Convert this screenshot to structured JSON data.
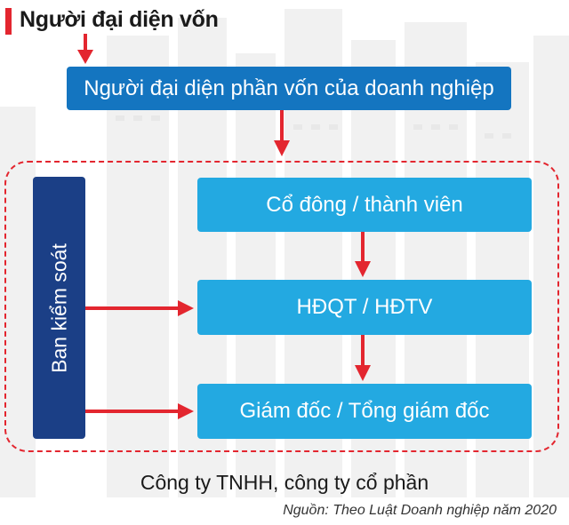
{
  "title": "Người đại diện vốn",
  "boxes": {
    "representative": "Người đại diện phần vốn của doanh nghiệp",
    "shareholders": "Cổ đông / thành viên",
    "board": "HĐQT / HĐTV",
    "director": "Giám đốc / Tổng giám đốc",
    "supervisory": "Ban kiểm soát"
  },
  "caption": "Công ty TNHH, công ty cổ phần",
  "source": "Nguồn: Theo Luật Doanh nghiệp năm 2020",
  "colors": {
    "accent_red": "#e3262f",
    "dark_blue": "#1475c0",
    "light_blue": "#23a9e1",
    "navy": "#1b3f86"
  }
}
